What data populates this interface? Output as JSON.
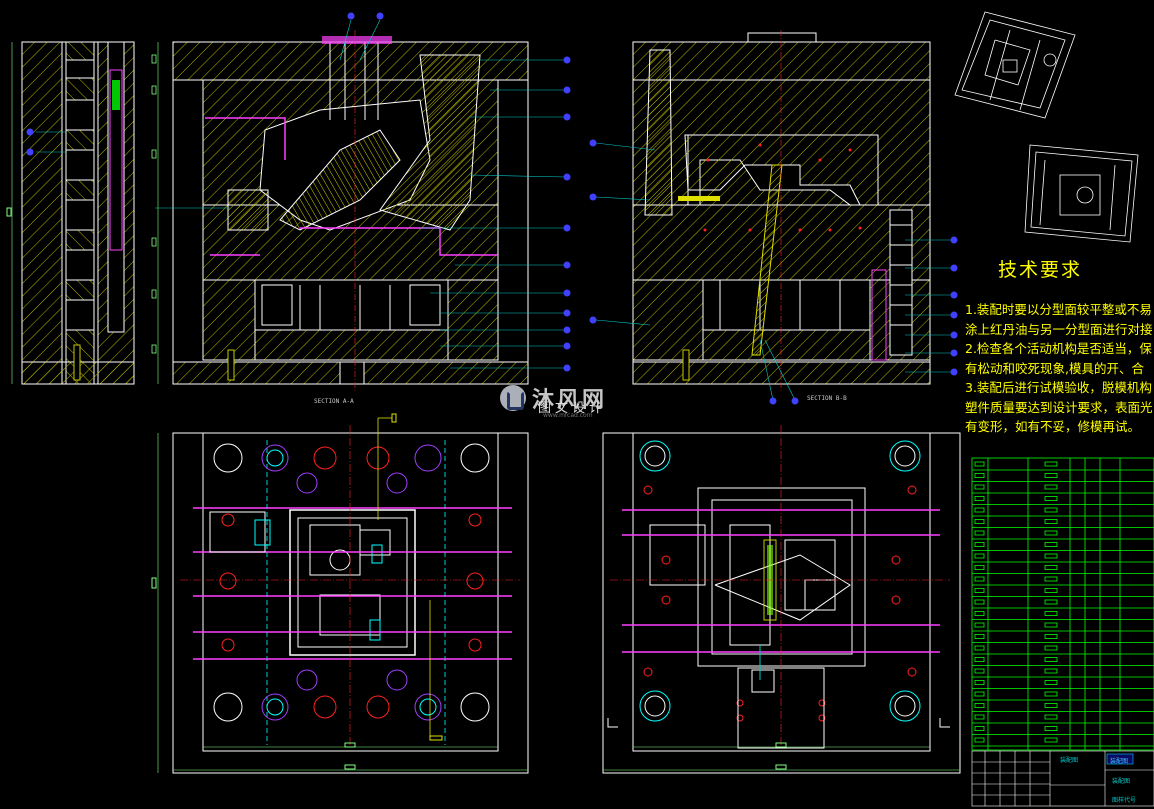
{
  "colors": {
    "background": "#000000",
    "outline": "#ffffff",
    "hatch": "#c8c800",
    "hatch_bright": "#e0e000",
    "leader": "#00c8c8",
    "balloon": "#4040ff",
    "channel": "#ff40ff",
    "pin": "#ff2020",
    "centerline": "#ff2020",
    "tech_text": "#ffff00",
    "table_green": "#00ff00",
    "dimension": "#80ff80",
    "cyan_feature": "#00ffff",
    "section_label": "#c8c8c8"
  },
  "labels": {
    "section_a": "SECTION A-A",
    "section_b": "SECTION B-B"
  },
  "tech_requirements": {
    "title": "技术要求",
    "lines": [
      "1.装配时要以分型面较平整或不易",
      "涂上红丹油与另一分型面进行对接",
      "2.检查各个活动机构是否适当，保",
      "有松动和咬死现象,模具的开、合",
      "3.装配后进行试模验收，脱模机构",
      "塑件质量要达到设计要求，表面光",
      "有变形，如有不妥，修模再试。"
    ]
  },
  "watermark": {
    "brand": "沐风网",
    "subtitle": "图文设计",
    "url": "www.mfcad.com"
  },
  "title_block": {
    "label_a": "装配图",
    "label_b": "装配图",
    "label_c": "图样代号",
    "badge": "装配图"
  }
}
